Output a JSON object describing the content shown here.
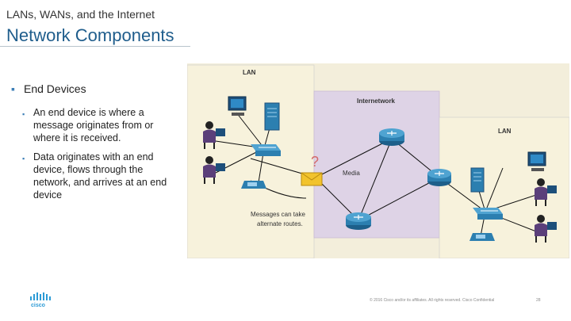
{
  "header": {
    "kicker": "LANs, WANs, and the Internet",
    "title": "Network Components"
  },
  "content": {
    "main_bullet": "End Devices",
    "sub_bullets": [
      "An end device is where a message originates from or where it is received.",
      "Data originates with an end device, flows through the network, and arrives at an end device"
    ]
  },
  "diagram": {
    "lan_left_label": "LAN",
    "internetwork_label": "Internetwork",
    "lan_right_label": "LAN",
    "media_label": "Media",
    "question_mark": "?",
    "caption_line1": "Messages can take",
    "caption_line2": "alternate routes."
  },
  "footer": {
    "logo_text": "cisco",
    "legal": "© 2016 Cisco and/or its affiliates. All rights reserved. Cisco Confidential",
    "page_number": "28"
  },
  "colors": {
    "title_blue": "#1f5d8c",
    "lan_bg": "#f7f2dc",
    "internetwork_bg": "#ded3e6",
    "router_blue": "#2c7fb0",
    "envelope_yellow": "#f2c32c"
  }
}
